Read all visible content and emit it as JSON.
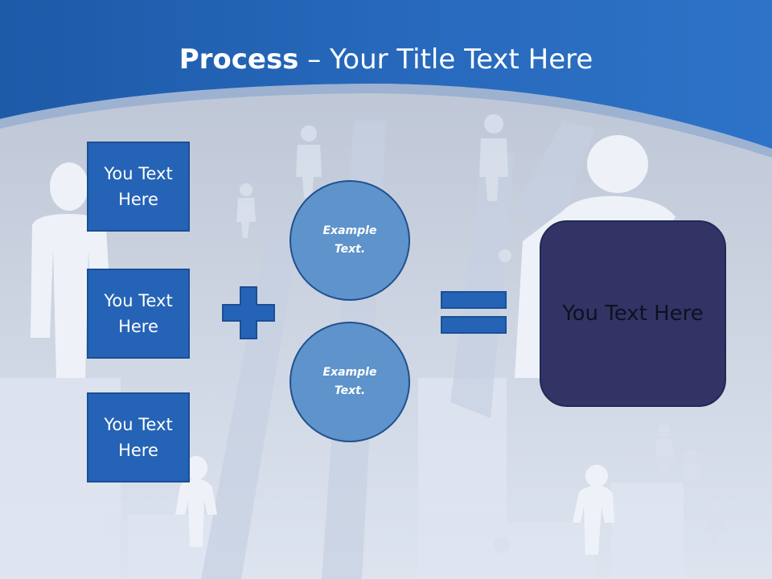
{
  "slide": {
    "title_bold": "Process",
    "title_rest": " – Your Title Text Here",
    "boxes": [
      {
        "label": "You Text Here"
      },
      {
        "label": "You Text Here"
      },
      {
        "label": "You Text Here"
      }
    ],
    "circles": [
      {
        "label": "Example Text."
      },
      {
        "label": "Example Text."
      }
    ],
    "result_label": "You Text Here"
  },
  "colors": {
    "header_blue": "#2563b6",
    "box_blue": "#2563b6",
    "circle_blue": "#5e93cb",
    "result_navy": "#333465"
  },
  "icons": [
    "plus-icon",
    "equals-icon",
    "people-figures-background"
  ]
}
